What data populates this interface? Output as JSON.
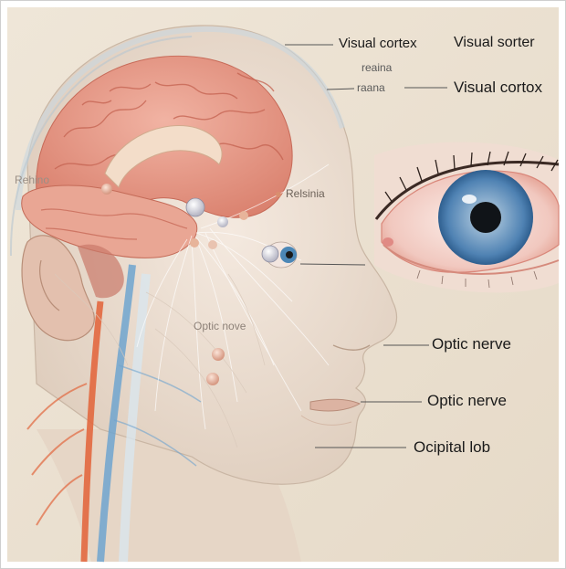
{
  "labels": {
    "visual_cortex_top": "Visual cortex",
    "visual_sorter": "Visual sorter",
    "reaina": "reaina",
    "raana": "raana",
    "visual_cortox": "Visual cortox",
    "rehino_left": "Rehino",
    "relsinia": "Relsinia",
    "optic_nove": "Optic nove",
    "optic_nerve_1": "Optic nerve",
    "optic_nerve_2": "Optic nerve",
    "ocipital_lob": "Ocipital lob"
  },
  "colors": {
    "background": "#ede3d3",
    "skin": "#ecdccd",
    "brain": "#e79886",
    "iris": "#5f8fbb",
    "spinal_blue": "#6fa4cf",
    "spinal_red": "#e2683f"
  }
}
